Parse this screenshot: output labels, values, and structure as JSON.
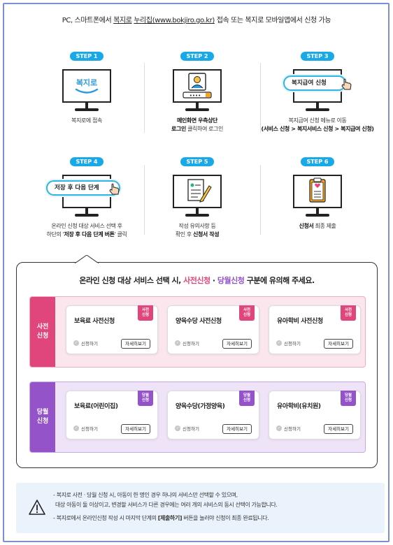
{
  "intro": {
    "prefix": "PC, 스마트폰에서 ",
    "link1": "복지로",
    "sep": " ",
    "link2": "누리집(www.bokjiro.go.kr)",
    "suffix": " 접속 또는 복지로 모바일앱에서 신청 가능"
  },
  "steps": [
    {
      "label": "STEP 1",
      "caption1": "복지로에 접속",
      "caption2": ""
    },
    {
      "label": "STEP 2",
      "caption1": "메인화면 우측상단",
      "caption2_bold": "로그인",
      "caption2": " 클릭하여 로그인"
    },
    {
      "label": "STEP 3",
      "caption1": "복지급여 신청 메뉴로 이동",
      "caption2": "(서비스 신청 > 복지서비스 신청 > 복지급여 신청)"
    },
    {
      "label": "STEP 4",
      "caption1": "온라인 신청 대상 서비스 선택 후",
      "caption2_pre": "하단의 '",
      "caption2_bold": "저장 후 다음 단계 버튼",
      "caption2_post": "' 클릭"
    },
    {
      "label": "STEP 5",
      "caption1": "작성 유의사항 등",
      "caption2_pre": "확인 후 ",
      "caption2_bold": "신청서 작성",
      "caption2_post": ""
    },
    {
      "label": "STEP 6",
      "caption_bold": "신청서",
      "caption1": " 최종 제출"
    }
  ],
  "screens": {
    "logo_text": "복지로",
    "login_text": "••••",
    "step3_button": "복지급여 신청",
    "step4_button": "저장 후 다음 단계"
  },
  "notice": {
    "pre": "온라인 신청 대상 서비스 선택 시, ",
    "pink": "사전신청",
    "mid": " · ",
    "purple": "당월신청",
    "post": " 구분에 유의해 주세요."
  },
  "groups": [
    {
      "label_line1": "사전",
      "label_line2": "신청",
      "tag_line1": "사전",
      "tag_line2": "신청",
      "cards": [
        {
          "title": "보육료 사전신청",
          "apply": "신청하기",
          "detail": "자세히보기"
        },
        {
          "title": "양육수당 사전신청",
          "apply": "신청하기",
          "detail": "자세히보기"
        },
        {
          "title": "유아학비 사전신청",
          "apply": "신청하기",
          "detail": "자세히보기"
        }
      ]
    },
    {
      "label_line1": "당월",
      "label_line2": "신청",
      "tag_line1": "당월",
      "tag_line2": "신청",
      "cards": [
        {
          "title": "보육료(어린이집)",
          "apply": "신청하기",
          "detail": "자세히보기"
        },
        {
          "title": "양육수당(가정양육)",
          "apply": "신청하기",
          "detail": "자세히보기"
        },
        {
          "title": "유아학비(유치원)",
          "apply": "신청하기",
          "detail": "자세히보기"
        }
      ]
    }
  ],
  "warning": {
    "line1": "- 복지로 사전 · 당월 신청 시, 아동이 한 명인 경우 하나의 서비스만 선택할 수 있으며,",
    "line2": "대상 아동이 둘 이상이고, 변경할 서비스가 다른 경우에는 여러 개의 서비스의 동시 선택이 가능합니다.",
    "line3_pre": "- 복지로에서 온라인신청 작성 시 마지막 단계의 ",
    "line3_bold": "[제출하기]",
    "line3_post": " 버튼을 눌러야 신청이 최종 완료됩니다."
  },
  "colors": {
    "step_pill": "#1aa9e8",
    "pre_apply": "#e0457b",
    "month_apply": "#9453c9",
    "frame": "#7b8ed6"
  }
}
